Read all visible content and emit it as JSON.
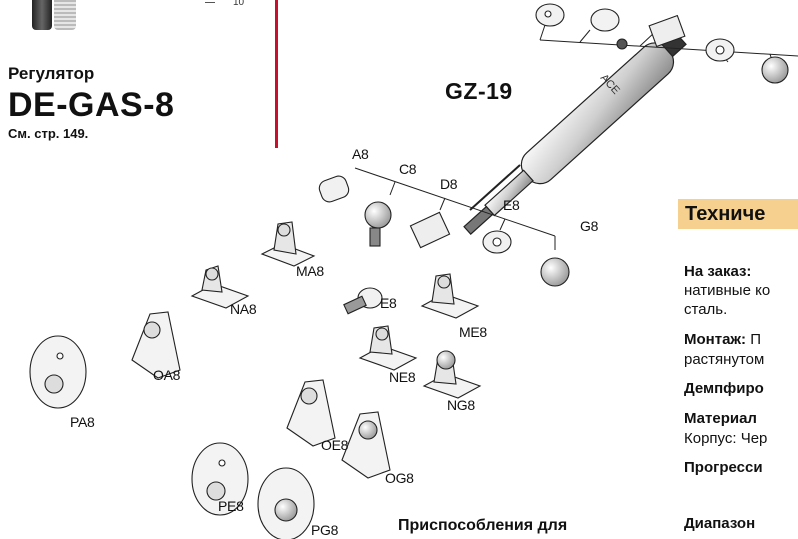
{
  "regulator": {
    "title": "Регулятор",
    "model": "DE-GAS-8",
    "reference": "См. стр. 149.",
    "corner_mark": "10"
  },
  "product": {
    "model": "GZ-19",
    "body_brand": "ACE"
  },
  "part_labels": [
    "A8",
    "C8",
    "D8",
    "E8",
    "G8",
    "MA8",
    "NA8",
    "E8",
    "ME8",
    "OA8",
    "NE8",
    "NG8",
    "PA8",
    "OE8",
    "OG8",
    "PE8",
    "PG8"
  ],
  "tech": {
    "heading": "Техниче",
    "lines": [
      {
        "bold": "На заказ:",
        "text": ""
      },
      {
        "bold": "",
        "text": "нативные ко"
      },
      {
        "bold": "",
        "text": "сталь."
      },
      {
        "bold": "Монтаж:",
        "text": " П"
      },
      {
        "bold": "",
        "text": "растянутом"
      },
      {
        "bold": "Демпфиро",
        "text": ""
      },
      {
        "bold": "Материал",
        "text": ""
      },
      {
        "bold": "",
        "text": "Корпус: Чер"
      },
      {
        "bold": "Прогресси",
        "text": ""
      },
      {
        "bold": "Диапазон",
        "text": ""
      }
    ]
  },
  "caption": "Приспособления для",
  "colors": {
    "accent_rule": "#c8102e",
    "tech_box": "#f5d08f"
  }
}
